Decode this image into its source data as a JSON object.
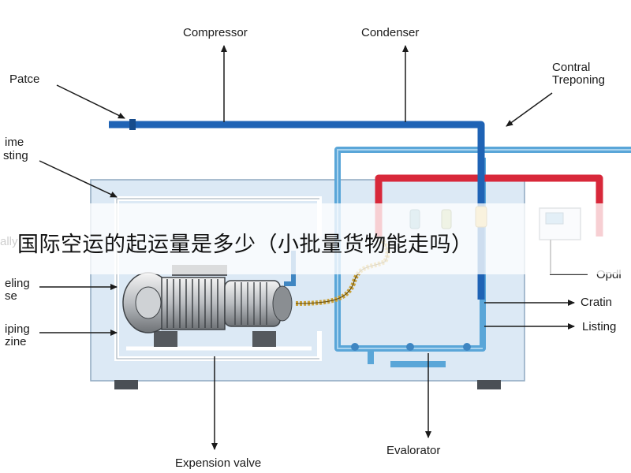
{
  "labels": {
    "compressor": "Compressor",
    "condenser": "Condenser",
    "patce": "Patce",
    "contral_line1": "Contral",
    "contral_line2": "Treponing",
    "left1_line1": "ime",
    "left1_line2": "sting",
    "left_ally": "ally",
    "left2_line1": "eling",
    "left2_line2": "se",
    "left3_line1": "iping",
    "left3_line2": "zine",
    "right_opd": "Opdl",
    "right_crating": "Cratin",
    "right_listing": "Listing",
    "expansion": "Expension valve",
    "evaporator": "Evalorator"
  },
  "overlay_title": "国际空运的起运量是多少（小批量货物能走吗）",
  "colors": {
    "blue_pipe": "#1f63b5",
    "light_blue_pipe": "#5aa6d8",
    "red_pipe": "#d8283a",
    "panel_fill": "#dce9f5",
    "gold_tube": "#c9a23a"
  }
}
